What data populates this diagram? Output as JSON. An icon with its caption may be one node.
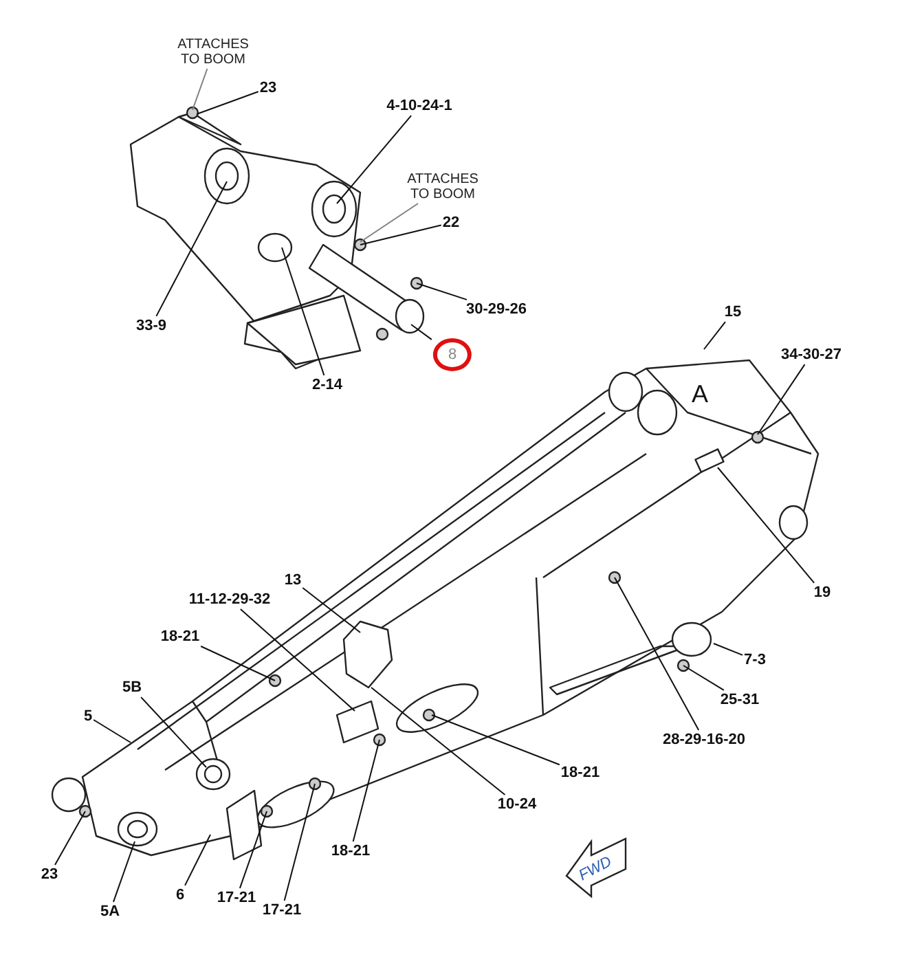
{
  "diagram": {
    "nodes": [
      {
        "text": [
          "ATTACHES TO BOOM"
        ]
      },
      {
        "text": [
          "23"
        ]
      },
      {
        "text": [
          "4-10-24-1"
        ]
      },
      {
        "text": [
          "ATTACHES TO BOOM"
        ]
      },
      {
        "text": [
          "22"
        ]
      },
      {
        "text": [
          "30-29-26"
        ]
      },
      {
        "text": [
          "8"
        ]
      },
      {
        "text": [
          "33-9"
        ]
      },
      {
        "text": [
          "2-14"
        ]
      },
      {
        "text": [
          "15"
        ]
      },
      {
        "text": [
          "34-30-27"
        ]
      },
      {
        "text": [
          "19"
        ]
      },
      {
        "text": [
          "13"
        ]
      },
      {
        "text": [
          "11-12-29-32"
        ]
      },
      {
        "text": [
          "18-21"
        ]
      },
      {
        "text": [
          "7-3"
        ]
      },
      {
        "text": [
          "5B"
        ]
      },
      {
        "text": [
          "25-31"
        ]
      },
      {
        "text": [
          "5"
        ]
      },
      {
        "text": [
          "28-29-16-20"
        ]
      },
      {
        "text": [
          "18-21"
        ]
      },
      {
        "text": [
          "10-24"
        ]
      },
      {
        "text": [
          "23"
        ]
      },
      {
        "text": [
          "5A"
        ]
      },
      {
        "text": [
          "6"
        ]
      },
      {
        "text": [
          "18-21"
        ]
      },
      {
        "text": [
          "17-21"
        ]
      },
      {
        "text": [
          "17-21"
        ]
      }
    ],
    "edges": [
      {
        "from": 0,
        "to": null,
        "arrow": "none",
        "color": "#808080"
      },
      {
        "from": 1,
        "to": null,
        "arrow": "none"
      },
      {
        "from": 2,
        "to": null,
        "arrow": "none"
      },
      {
        "from": 3,
        "to": null,
        "arrow": "none",
        "color": "#808080"
      },
      {
        "from": 4,
        "to": null,
        "arrow": "none"
      },
      {
        "from": 5,
        "to": null,
        "arrow": "none"
      },
      {
        "from": 6,
        "to": null,
        "arrow": "none"
      },
      {
        "from": 7,
        "to": null,
        "arrow": "none"
      },
      {
        "from": 8,
        "to": null,
        "arrow": "none"
      },
      {
        "from": 9,
        "to": null,
        "arrow": "none"
      },
      {
        "from": 10,
        "to": null,
        "arrow": "none"
      },
      {
        "from": 11,
        "to": null,
        "arrow": "none"
      },
      {
        "from": 12,
        "to": null,
        "arrow": "none"
      },
      {
        "from": 13,
        "to": null,
        "arrow": "none"
      },
      {
        "from": 14,
        "to": null,
        "arrow": "none"
      },
      {
        "from": 15,
        "to": null,
        "arrow": "none"
      },
      {
        "from": 16,
        "to": null,
        "arrow": "none"
      },
      {
        "from": 17,
        "to": null,
        "arrow": "none"
      },
      {
        "from": 18,
        "to": null,
        "arrow": "none"
      },
      {
        "from": 19,
        "to": null,
        "arrow": "none"
      },
      {
        "from": 20,
        "to": null,
        "arrow": "none"
      },
      {
        "from": 21,
        "to": null,
        "arrow": "none"
      },
      {
        "from": 22,
        "to": null,
        "arrow": "none"
      },
      {
        "from": 23,
        "to": null,
        "arrow": "none"
      },
      {
        "from": 24,
        "to": null,
        "arrow": "none"
      },
      {
        "from": 25,
        "to": null,
        "arrow": "none"
      },
      {
        "from": 26,
        "to": null,
        "arrow": "none"
      },
      {
        "from": 27,
        "to": null,
        "arrow": "none"
      }
    ],
    "labels": [
      "A",
      "FWD"
    ]
  }
}
